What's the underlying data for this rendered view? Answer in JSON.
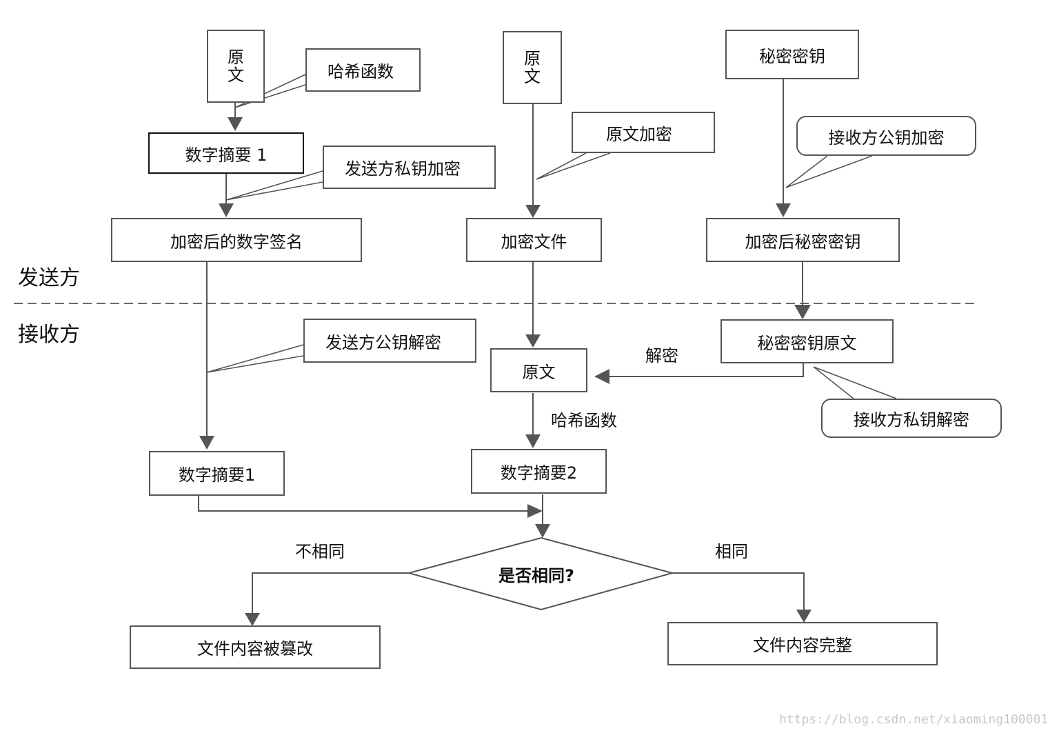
{
  "sides": {
    "sender": "发送方",
    "receiver": "接收方"
  },
  "sender": {
    "original_1": [
      "原",
      "文"
    ],
    "hash_callout": "哈希函数",
    "digest_1": "数字摘要 1",
    "privkey_callout": "发送方私钥加密",
    "signed_digest": "加密后的数字签名",
    "original_2": [
      "原",
      "文"
    ],
    "encrypt_callout": "原文加密",
    "encrypted_file": "加密文件",
    "secret_key": "秘密密钥",
    "pubkey_callout": "接收方公钥加密",
    "encrypted_key": "加密后秘密密钥"
  },
  "receiver": {
    "sender_pubkey_callout": "发送方公钥解密",
    "key_plain": "秘密密钥原文",
    "decrypt_label": "解密",
    "original": "原文",
    "recv_privkey_callout": "接收方私钥解密",
    "hash_label": "哈希函数",
    "digest_1": "数字摘要1",
    "digest_2": "数字摘要2",
    "decision": "是否相同?",
    "different_label": "不相同",
    "same_label": "相同",
    "tampered": "文件内容被篡改",
    "intact": "文件内容完整"
  },
  "watermark": "https://blog.csdn.net/xiaoming100001"
}
